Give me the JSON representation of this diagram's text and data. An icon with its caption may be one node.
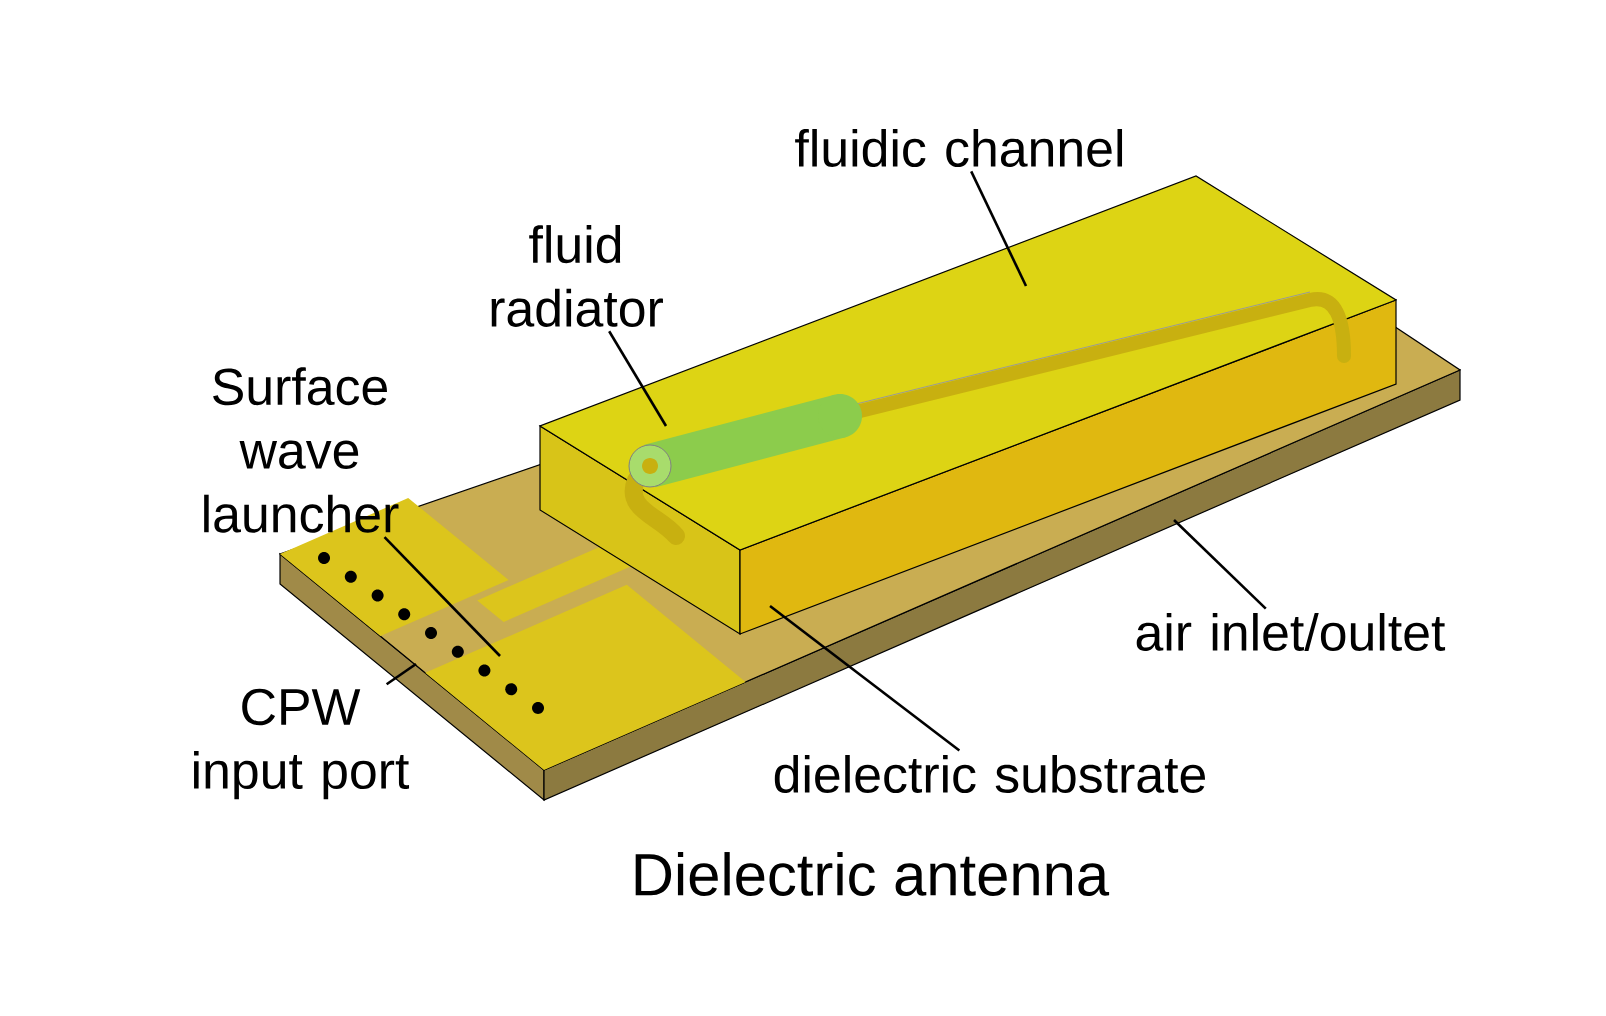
{
  "diagram": {
    "caption": "Dielectric antenna",
    "nodes": [
      {
        "text": [
          "fluidic channel"
        ]
      },
      {
        "text": [
          "fluid radiator"
        ]
      },
      {
        "text": [
          "Surface wave launcher"
        ]
      },
      {
        "text": [
          "CPW input port"
        ]
      },
      {
        "text": [
          "air inlet/oultet"
        ]
      },
      {
        "text": [
          "dielectric substrate"
        ]
      }
    ],
    "edges": [
      {
        "from": 0,
        "to": null,
        "arrow": "none"
      },
      {
        "from": 1,
        "to": null,
        "arrow": "none"
      },
      {
        "from": 2,
        "to": null,
        "arrow": "none"
      },
      {
        "from": 3,
        "to": null,
        "arrow": "none"
      },
      {
        "from": 4,
        "to": null,
        "arrow": "none"
      },
      {
        "from": 5,
        "to": null,
        "arrow": "none"
      }
    ]
  }
}
